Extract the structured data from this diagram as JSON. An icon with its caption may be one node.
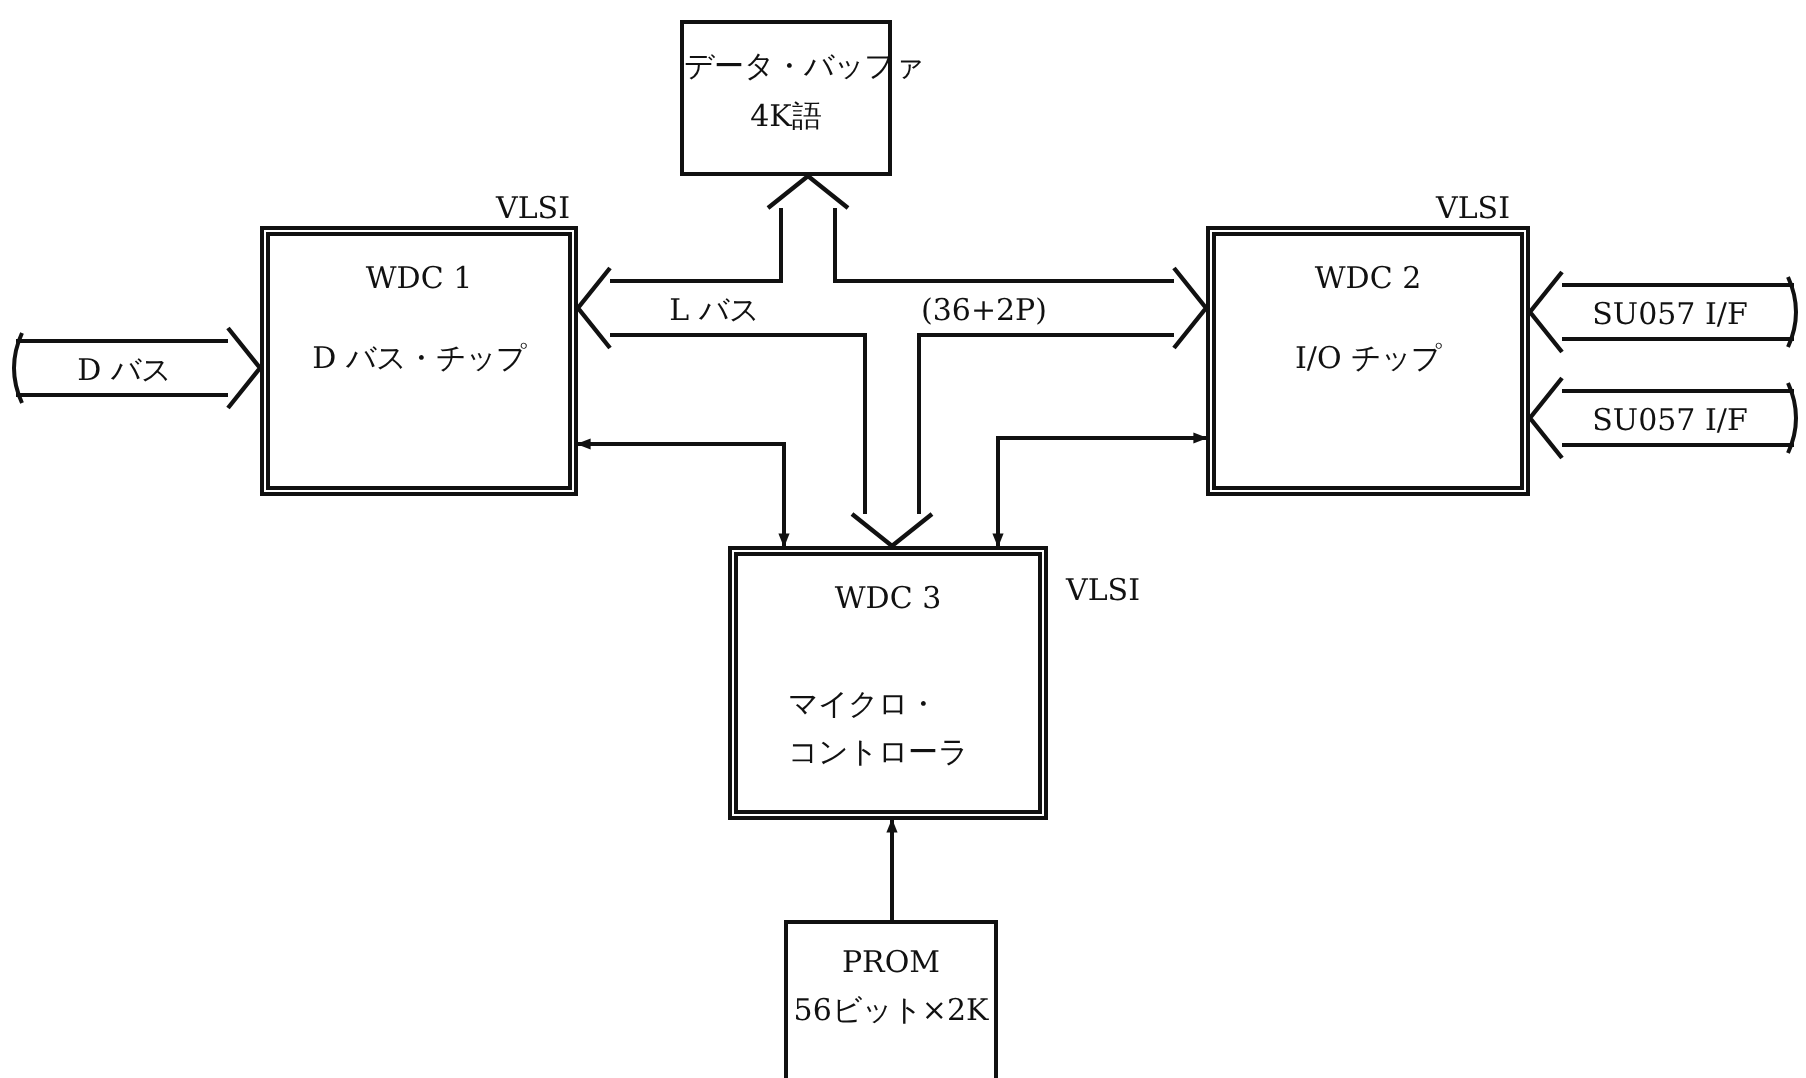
{
  "diagram": {
    "nodes": [
      {
        "text": [
          "データ・バッファ",
          "4K語"
        ]
      },
      {
        "text": [
          "WDC 1",
          "D バス・チップ"
        ],
        "beside": [
          "VLSI"
        ]
      },
      {
        "text": [
          "WDC 2",
          "I/O チップ"
        ],
        "beside": [
          "VLSI"
        ]
      },
      {
        "text": [
          "WDC 3",
          "マイクロ・コントローラ"
        ],
        "beside": [
          "VLSI"
        ]
      },
      {
        "text": [
          "PROM",
          "56ビット×2K"
        ]
      }
    ],
    "edges": [
      {
        "from": 1,
        "to": 2,
        "arrow": "both",
        "label": "L バス"
      },
      {
        "from": 0,
        "to": 3,
        "arrow": "both"
      },
      {
        "from": null,
        "to": 1,
        "arrow": "to",
        "label": "D バス"
      },
      {
        "from": null,
        "to": 2,
        "arrow": "to",
        "label": "SU057 I/F"
      },
      {
        "from": null,
        "to": 2,
        "arrow": "to",
        "label": "SU057 I/F"
      },
      {
        "from": 1,
        "to": 3,
        "arrow": "both"
      },
      {
        "from": 2,
        "to": 3,
        "arrow": "both"
      },
      {
        "from": 4,
        "to": 3,
        "arrow": "to"
      }
    ],
    "labels": [
      "(36+2P)"
    ]
  }
}
